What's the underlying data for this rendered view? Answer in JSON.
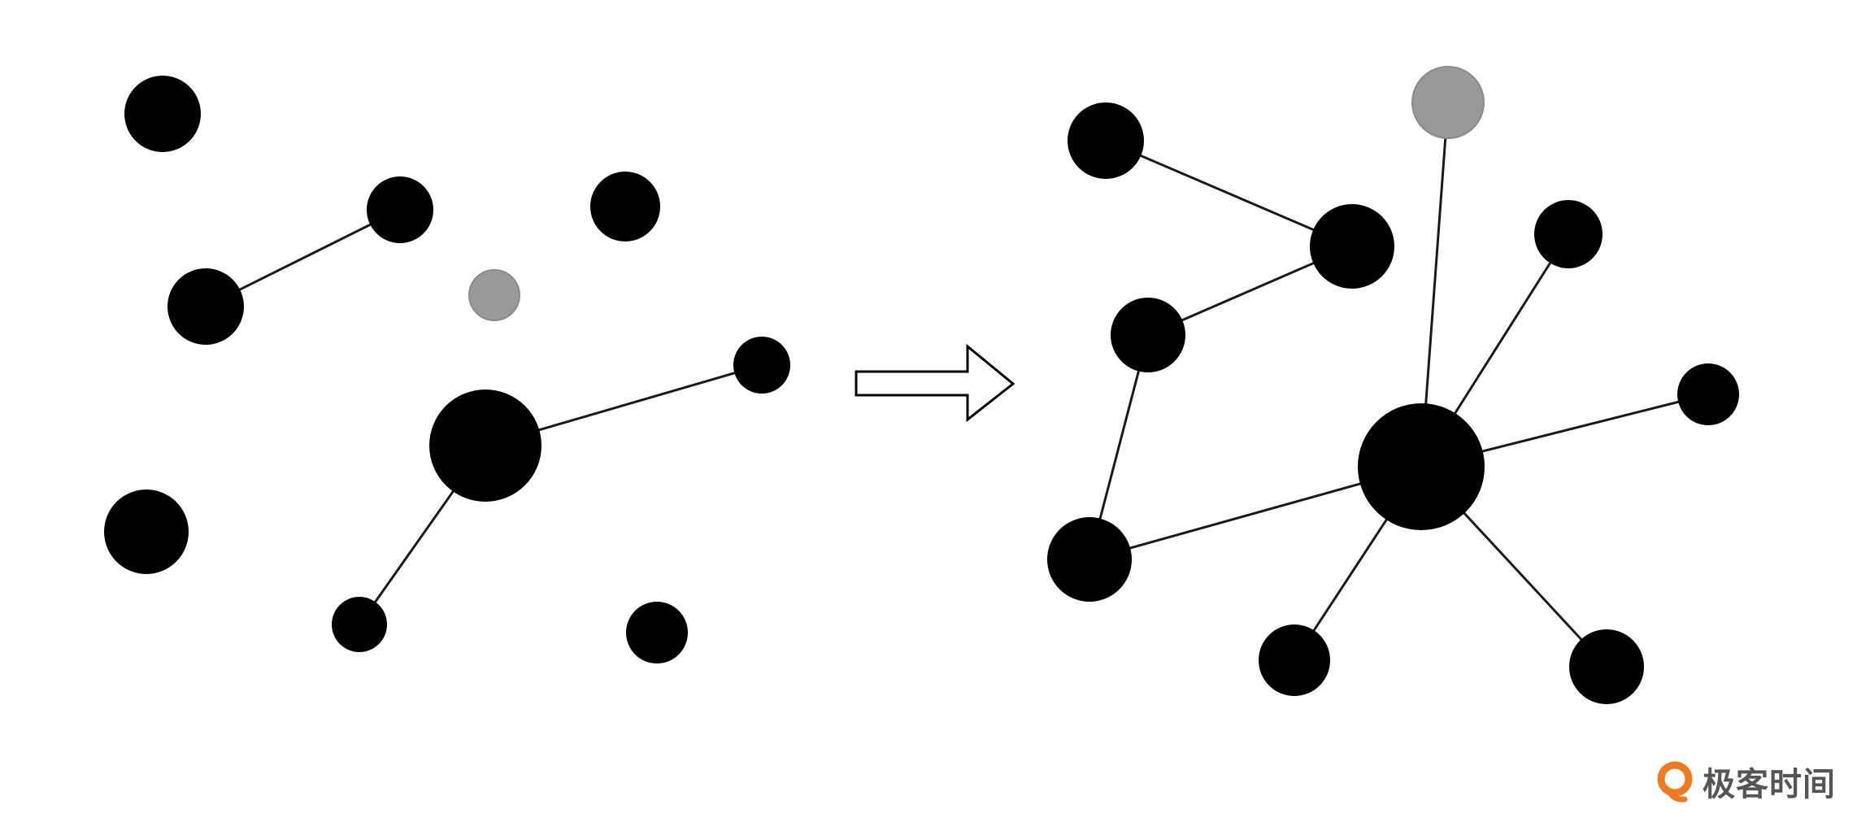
{
  "colors": {
    "node_fill": "#000000",
    "highlight_fill": "#999999",
    "highlight_stroke": "#8a8a8a",
    "edge": "#1a1a1a",
    "arrow_fill": "#ffffff",
    "arrow_stroke": "#000000",
    "brand_orange": "#f07a21",
    "brand_text": "#555555"
  },
  "diagram": {
    "left_graph": {
      "nodes": [
        {
          "id": "L1",
          "kind": "normal"
        },
        {
          "id": "L2",
          "kind": "normal"
        },
        {
          "id": "L3",
          "kind": "normal"
        },
        {
          "id": "L4",
          "kind": "normal"
        },
        {
          "id": "L5",
          "kind": "highlight"
        },
        {
          "id": "L6",
          "kind": "normal"
        },
        {
          "id": "L7",
          "kind": "hub"
        },
        {
          "id": "L8",
          "kind": "normal"
        },
        {
          "id": "L9",
          "kind": "normal"
        },
        {
          "id": "L10",
          "kind": "normal"
        }
      ],
      "edges": [
        [
          "L2",
          "L3"
        ],
        [
          "L7",
          "L6"
        ],
        [
          "L7",
          "L9"
        ]
      ]
    },
    "right_graph": {
      "nodes": [
        {
          "id": "R1",
          "kind": "normal"
        },
        {
          "id": "R2",
          "kind": "highlight"
        },
        {
          "id": "R3",
          "kind": "normal"
        },
        {
          "id": "R4",
          "kind": "normal"
        },
        {
          "id": "R5",
          "kind": "normal"
        },
        {
          "id": "R6",
          "kind": "hub"
        },
        {
          "id": "R7",
          "kind": "normal"
        },
        {
          "id": "R8",
          "kind": "normal"
        },
        {
          "id": "R9",
          "kind": "normal"
        },
        {
          "id": "R10",
          "kind": "normal"
        }
      ],
      "edges": [
        [
          "R1",
          "R3"
        ],
        [
          "R3",
          "R5"
        ],
        [
          "R5",
          "R8"
        ],
        [
          "R8",
          "R6"
        ],
        [
          "R2",
          "R6"
        ],
        [
          "R4",
          "R6"
        ],
        [
          "R7",
          "R6"
        ],
        [
          "R9",
          "R6"
        ],
        [
          "R10",
          "R6"
        ]
      ]
    },
    "transition_icon": "right-arrow-icon"
  },
  "watermark": {
    "icon": "geektime-logo-icon",
    "text": "极客时间"
  }
}
